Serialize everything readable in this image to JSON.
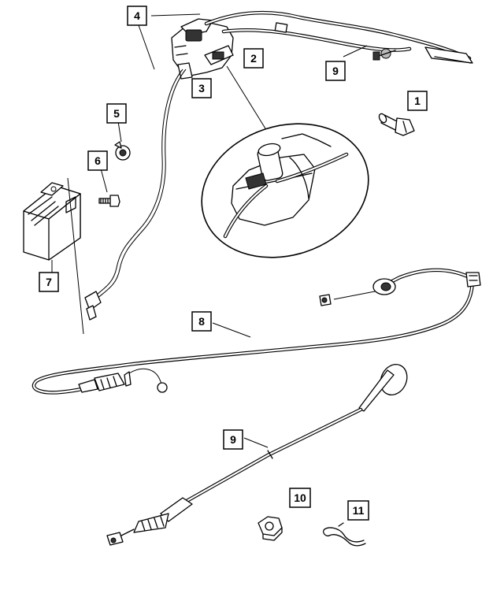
{
  "callouts": [
    {
      "id": "c1",
      "label": "1"
    },
    {
      "id": "c2",
      "label": "2"
    },
    {
      "id": "c3",
      "label": "3"
    },
    {
      "id": "c4",
      "label": "4"
    },
    {
      "id": "c5",
      "label": "5"
    },
    {
      "id": "c6",
      "label": "6"
    },
    {
      "id": "c7",
      "label": "7"
    },
    {
      "id": "c8",
      "label": "8"
    },
    {
      "id": "c9a",
      "label": "9"
    },
    {
      "id": "c9b",
      "label": "9"
    },
    {
      "id": "c10",
      "label": "10"
    },
    {
      "id": "c11",
      "label": "11"
    }
  ]
}
